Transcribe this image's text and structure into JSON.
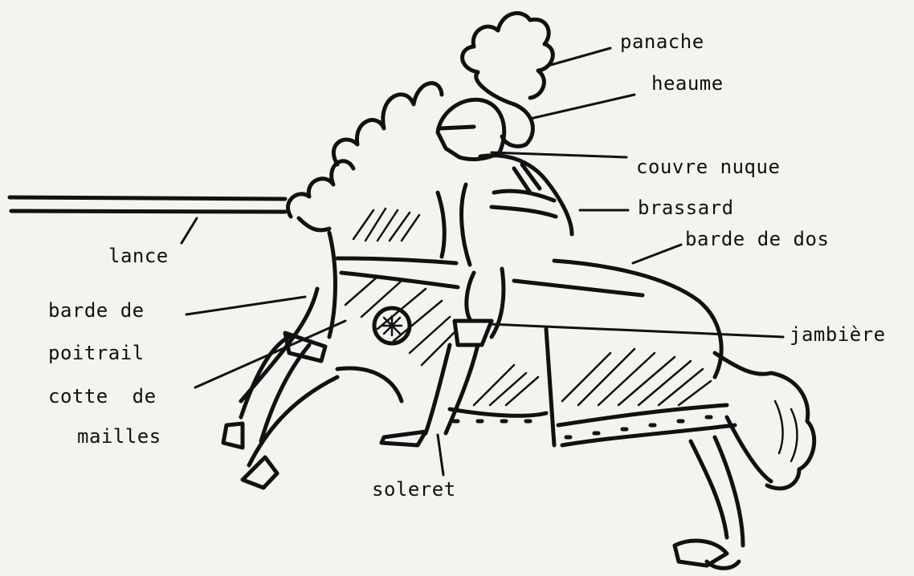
{
  "labels": {
    "panache": "panache",
    "heaume": "heaume",
    "couvre_nuque": "couvre nuque",
    "brassard": "brassard",
    "barde_de_dos": "barde de dos",
    "jambiere": "jambière",
    "lance": "lance",
    "barde_de_poitrail_line1": "barde de",
    "barde_de_poitrail_line2": "poitrail",
    "cotte_de_mailles_line1": "cotte  de",
    "cotte_de_mailles_line2": "mailles",
    "soleret": "soleret"
  },
  "colors": {
    "ink": "#111111",
    "paper": "#f4f3ef"
  }
}
